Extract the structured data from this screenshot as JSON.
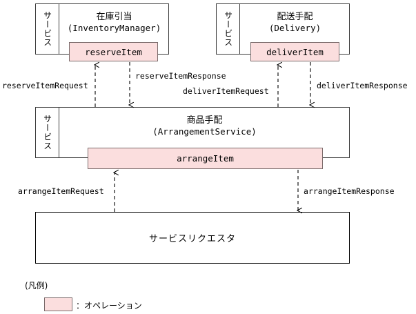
{
  "diagram": {
    "type": "service-composition-diagram",
    "legend": {
      "title": "(凡例)",
      "swatch_label": "：オペレーション",
      "swatch_color": "#fbdede"
    },
    "services": [
      {
        "id": "inventory",
        "tab_label": "サービス",
        "title_jp": "在庫引当",
        "title_en": "(InventoryManager)",
        "operation": "reserveItem"
      },
      {
        "id": "delivery",
        "tab_label": "サービス",
        "title_jp": "配送手配",
        "title_en": "(Delivery)",
        "operation": "deliverItem"
      },
      {
        "id": "arrangement",
        "tab_label": "サービス",
        "title_jp": "商品手配",
        "title_en": "(ArrangementService)",
        "operation": "arrangeItem"
      }
    ],
    "requester": {
      "label": "サービスリクエスタ"
    },
    "messages": [
      {
        "id": "reserve-req",
        "label": "reserveItemRequest",
        "direction": "up"
      },
      {
        "id": "reserve-res",
        "label": "reserveItemResponse",
        "direction": "down"
      },
      {
        "id": "deliver-req",
        "label": "deliverItemRequest",
        "direction": "up"
      },
      {
        "id": "deliver-res",
        "label": "deliverItemResponse",
        "direction": "down"
      },
      {
        "id": "arrange-req",
        "label": "arrangeItemRequest",
        "direction": "up"
      },
      {
        "id": "arrange-res",
        "label": "arrangeItemResponse",
        "direction": "down"
      }
    ]
  }
}
